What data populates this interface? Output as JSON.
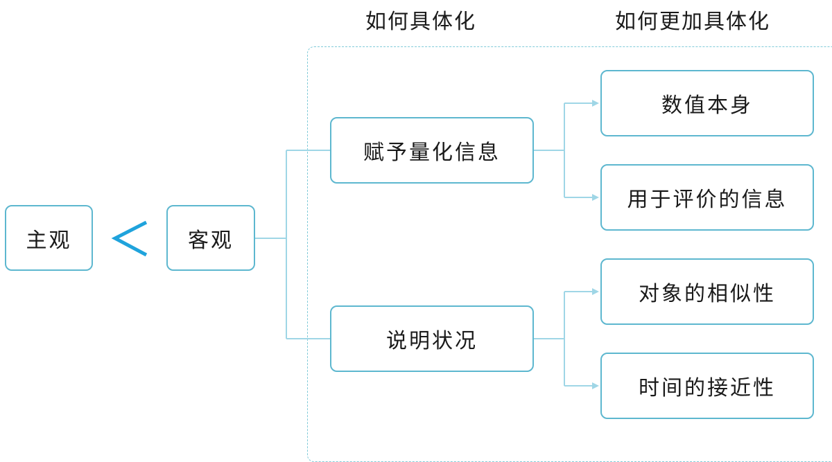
{
  "headers": {
    "level2": "如何具体化",
    "level3": "如何更加具体化"
  },
  "comparison": {
    "left": "主观",
    "operator_icon": "less-than-icon",
    "right": "客观"
  },
  "branches": [
    {
      "label": "赋予量化信息",
      "children": [
        "数值本身",
        "用于评价的信息"
      ]
    },
    {
      "label": "说明状况",
      "children": [
        "对象的相似性",
        "时间的接近性"
      ]
    }
  ],
  "colors": {
    "node_border": "#5db7cf",
    "connector": "#9fd6e6",
    "operator": "#1fa3dc",
    "dashed_frame": "#7fcad8"
  }
}
